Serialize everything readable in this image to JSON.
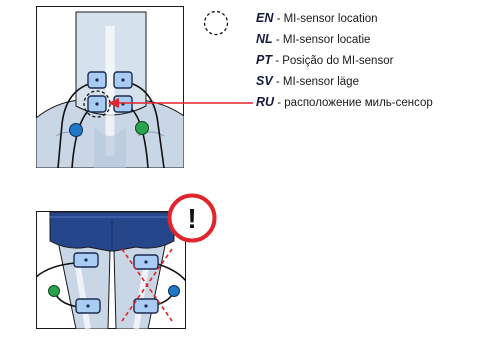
{
  "legend": {
    "marker_icon": "dashed-circle-icon",
    "items": [
      {
        "code": "EN",
        "text": "- MI-sensor location"
      },
      {
        "code": "NL",
        "text": "- MI-sensor locatie"
      },
      {
        "code": "PT",
        "text": "- Posição do MI-sensor"
      },
      {
        "code": "SV",
        "text": "- MI-sensor läge"
      },
      {
        "code": "RU",
        "text": "- расположение миль-сенсор"
      }
    ]
  },
  "figures": {
    "neck": {
      "icon": "neck-electrode-placement-illustration"
    },
    "thighs": {
      "icon": "thigh-electrode-placement-illustration"
    },
    "warning": {
      "icon": "exclamation-warning-icon",
      "symbol": "!"
    }
  },
  "colors": {
    "electrode_fill": "#a9cdf2",
    "electrode_stroke": "#1c2a50",
    "arrow": "#e0262c",
    "warning_ring": "#e0262c",
    "green_dot": "#2aa44a",
    "blue_dot": "#1f78c8",
    "shorts": "#26468c",
    "legend_code": "#161a3e"
  }
}
